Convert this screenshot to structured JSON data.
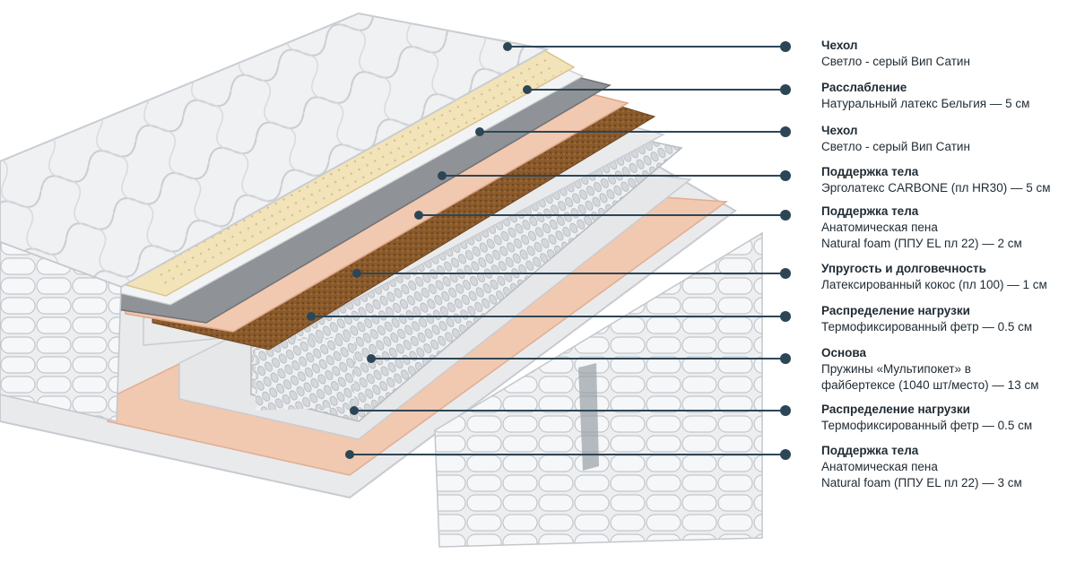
{
  "colors": {
    "leader": "#2d4656",
    "cover": "#f0f1f3",
    "quilt": "#c9ccd1",
    "latex": "#f3e3b8",
    "grey_foam": "#8f9296",
    "peach_foam": "#f1c8b0",
    "coconut": "#8a5a2b",
    "felt": "#e6e7e9",
    "spring": "#d4d7db"
  },
  "layers": [
    {
      "title": "Чехол",
      "desc": "Светло - серый Вип Сатин"
    },
    {
      "title": "Расслабление",
      "desc": "Натуральный латекс Бельгия — 5 см"
    },
    {
      "title": "Чехол",
      "desc": "Светло - серый Вип Сатин"
    },
    {
      "title": "Поддержка тела",
      "desc": "Эрголатекс CARBONE (пл HR30) — 5 см"
    },
    {
      "title": "Поддержка тела",
      "desc": "Анатомическая пена\nNatural foam (ППУ EL пл 22) — 2 см"
    },
    {
      "title": "Упругость и долговечность",
      "desc": "Латексированный кокос (пл 100) — 1 см"
    },
    {
      "title": "Распределение нагрузки",
      "desc": "Термофиксированный фетр — 0.5 см"
    },
    {
      "title": "Основа",
      "desc": "Пружины «Мультипокет» в\nфайбертексе (1040 шт/место) — 13 см"
    },
    {
      "title": "Распределение нагрузки",
      "desc": "Термофиксированный фетр — 0.5 см"
    },
    {
      "title": "Поддержка тела",
      "desc": "Анатомическая пена\nNatural foam (ППУ EL пл 22) — 3 см"
    }
  ]
}
